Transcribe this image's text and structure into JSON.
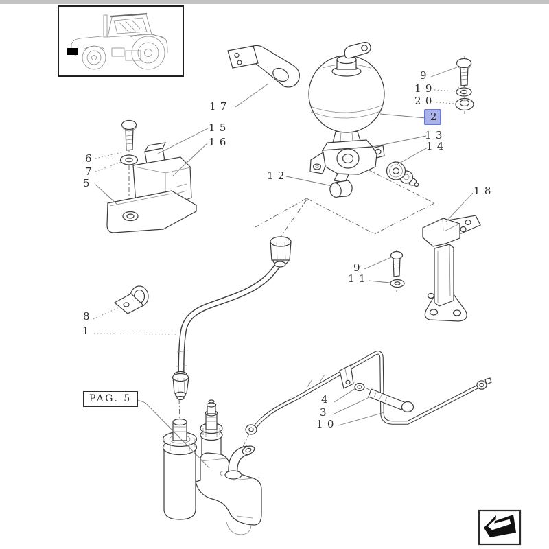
{
  "colors": {
    "background": "#ffffff",
    "line_art": "#3b3b3b",
    "edge_strip": "#c3c3c3",
    "highlight_fill": "#a9b3e9",
    "highlight_border": "#6b79d6"
  },
  "thumbnail": {
    "icon": "tractor-side-view",
    "marker_color": "#000000"
  },
  "callouts": [
    {
      "id": "17",
      "label": "17"
    },
    {
      "id": "15",
      "label": "15"
    },
    {
      "id": "16",
      "label": "16"
    },
    {
      "id": "6",
      "label": "6"
    },
    {
      "id": "7",
      "label": "7"
    },
    {
      "id": "5",
      "label": "5"
    },
    {
      "id": "12",
      "label": "12"
    },
    {
      "id": "2",
      "label": "2",
      "highlighted": true
    },
    {
      "id": "13",
      "label": "13"
    },
    {
      "id": "14",
      "label": "14"
    },
    {
      "id": "9-top",
      "label": "9"
    },
    {
      "id": "19",
      "label": "19"
    },
    {
      "id": "20",
      "label": "20"
    },
    {
      "id": "18",
      "label": "18"
    },
    {
      "id": "9-mid",
      "label": "9"
    },
    {
      "id": "11",
      "label": "11"
    },
    {
      "id": "8",
      "label": "8"
    },
    {
      "id": "1",
      "label": "1"
    },
    {
      "id": "4",
      "label": "4"
    },
    {
      "id": "3",
      "label": "3"
    },
    {
      "id": "10",
      "label": "10"
    }
  ],
  "page_ref": {
    "label": "PAG. 5"
  },
  "nav": {
    "icon": "page-back-arrow"
  }
}
